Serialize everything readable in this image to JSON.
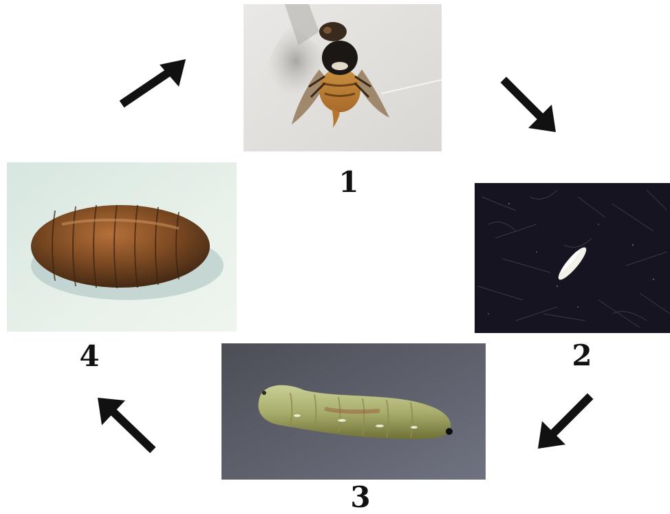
{
  "stages": [
    {
      "label": "1",
      "icon": "adult-fly-photo"
    },
    {
      "label": "2",
      "icon": "egg-photo"
    },
    {
      "label": "3",
      "icon": "larva-photo"
    },
    {
      "label": "4",
      "icon": "pupa-photo"
    }
  ],
  "arrows": [
    "arrow-up-right-icon",
    "arrow-down-right-icon",
    "arrow-down-left-icon",
    "arrow-up-left-icon"
  ]
}
